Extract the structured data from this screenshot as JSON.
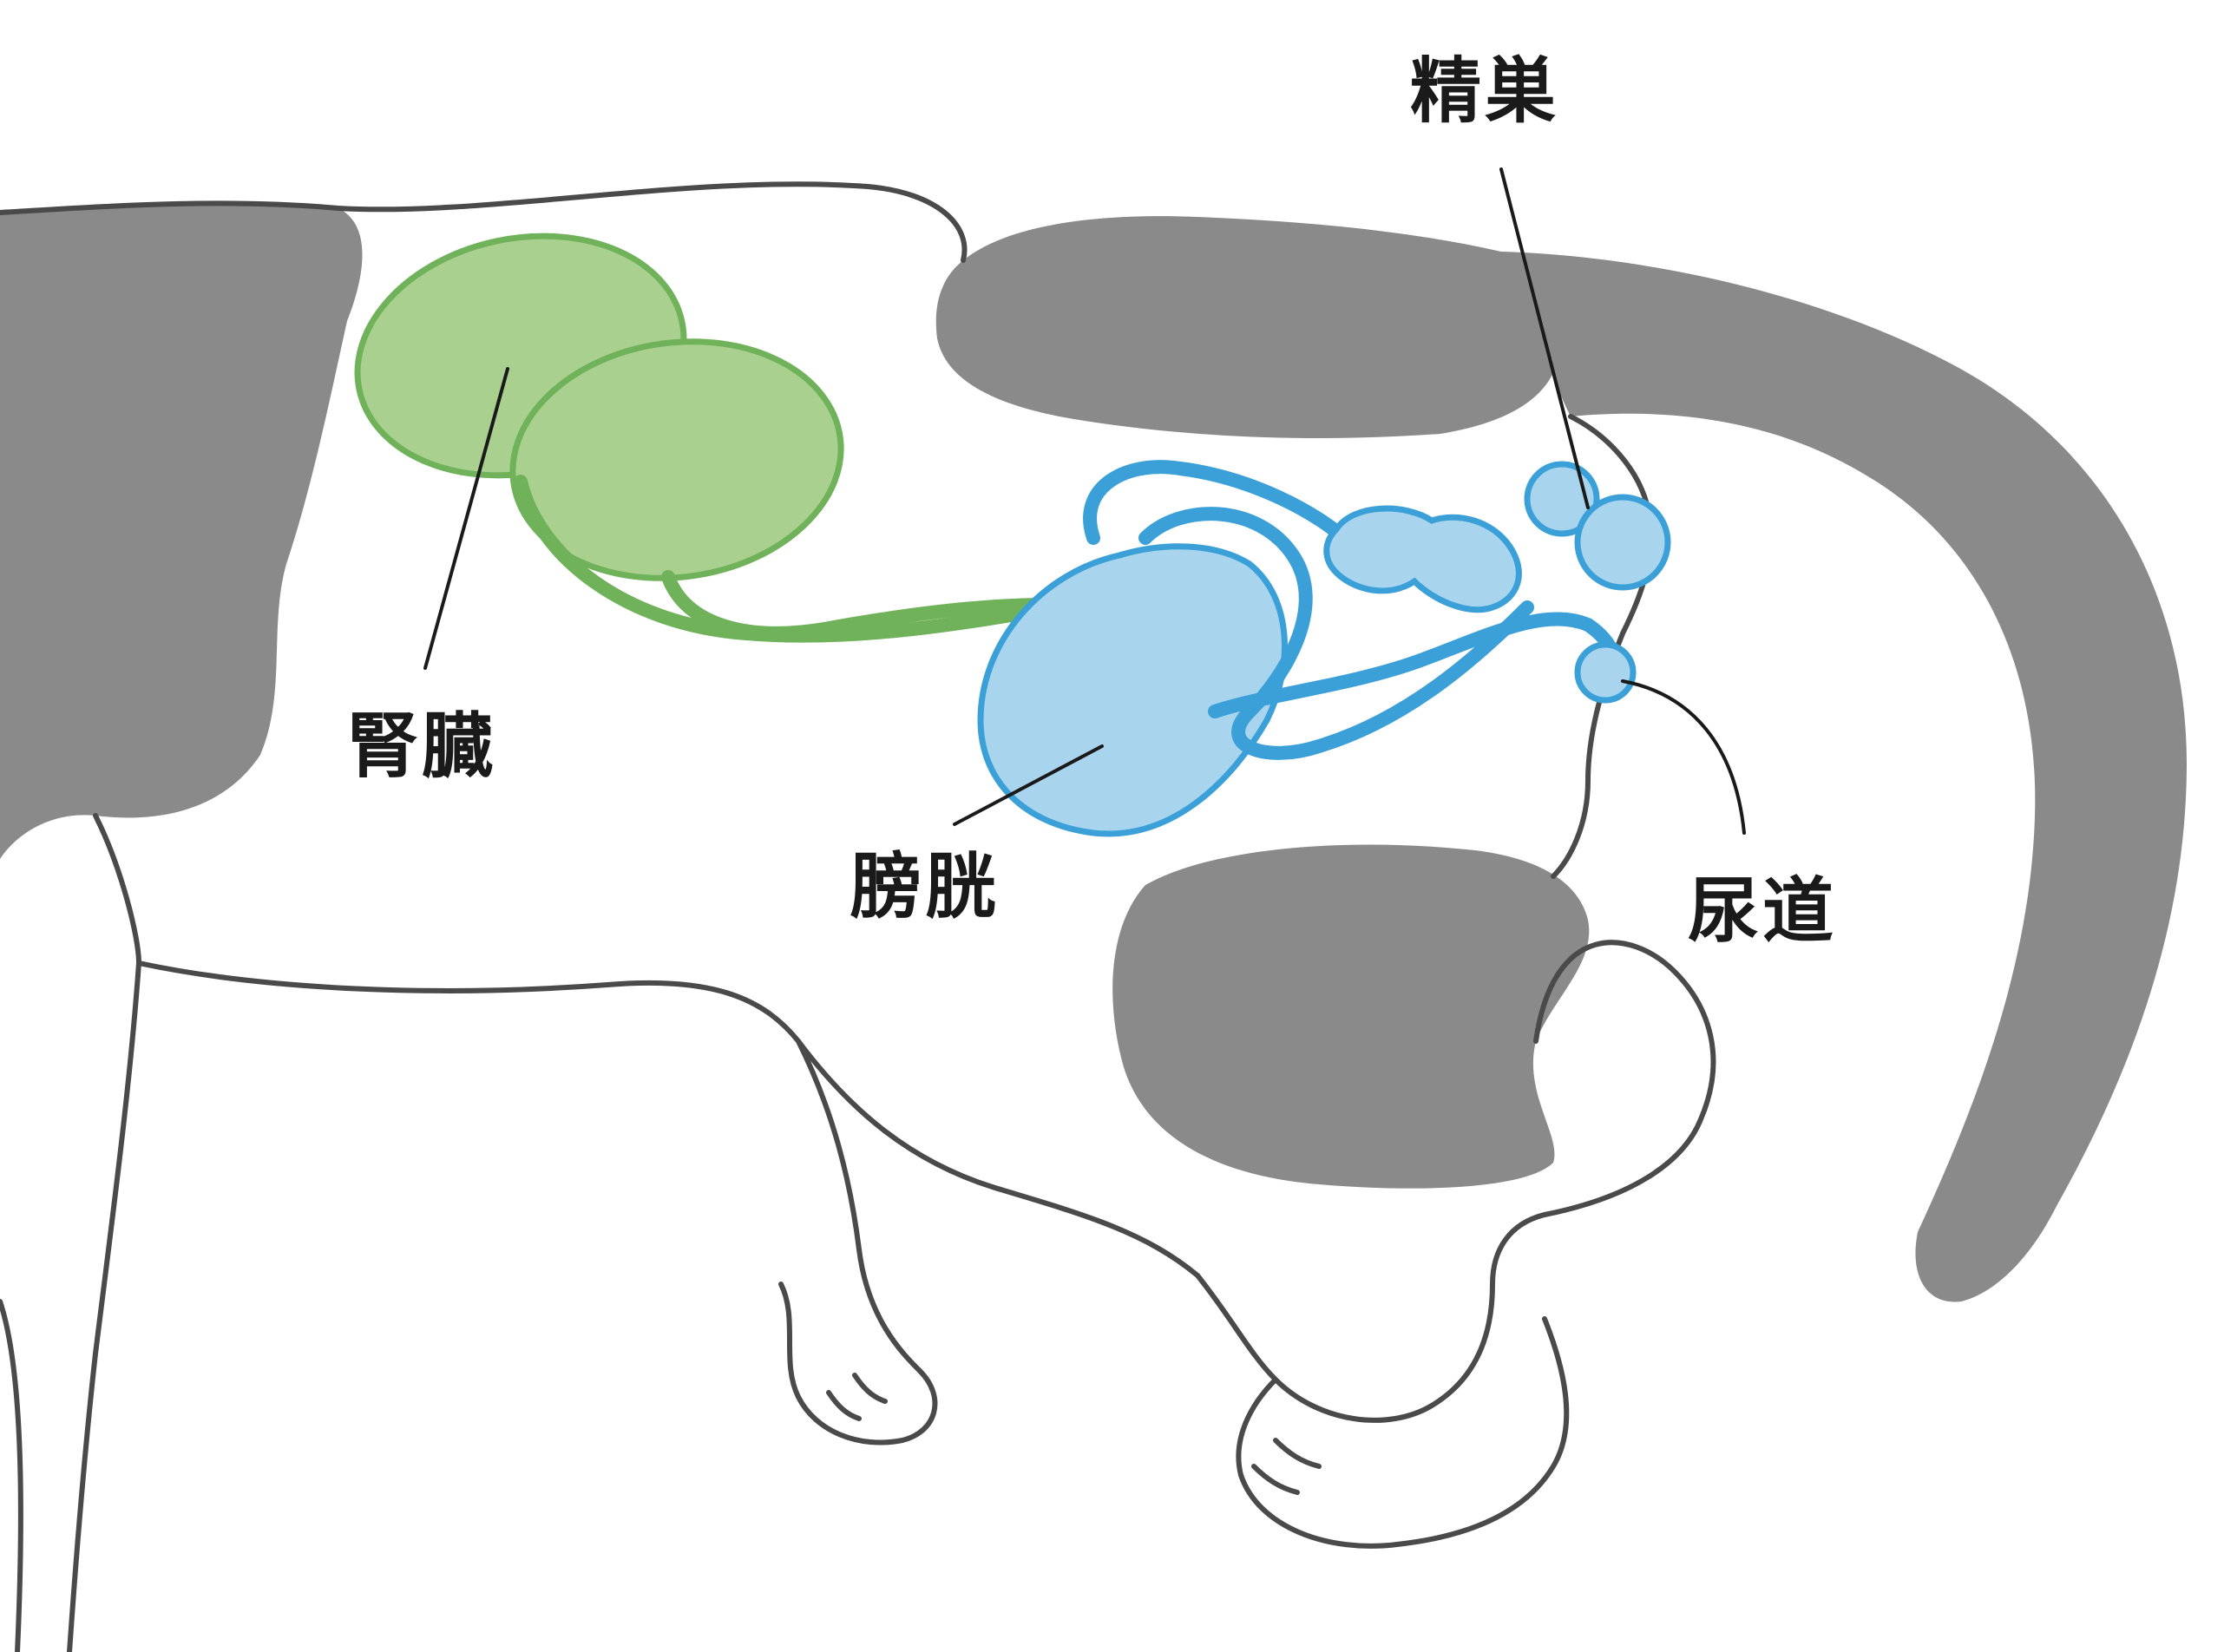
{
  "labels": {
    "kidney": "腎臓",
    "bladder": "膀胱",
    "testis": "精巣",
    "urethra": "尿道"
  },
  "colors": {
    "fur_gray": "#8a8a8a",
    "outline": "#4a4a4a",
    "kidney_fill": "#a9d08e",
    "kidney_stroke": "#6fb25a",
    "urinary_fill": "#a8d4ee",
    "urinary_stroke": "#3ba0d8",
    "leader_line": "#1a1a1a"
  }
}
